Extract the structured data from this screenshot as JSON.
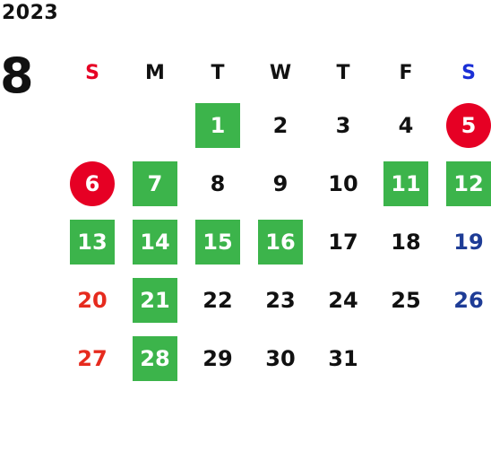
{
  "year": "2023",
  "month": "8",
  "weekdays": [
    {
      "label": "S",
      "color": "#e60024"
    },
    {
      "label": "M",
      "color": "#111111"
    },
    {
      "label": "T",
      "color": "#111111"
    },
    {
      "label": "W",
      "color": "#111111"
    },
    {
      "label": "T",
      "color": "#111111"
    },
    {
      "label": "F",
      "color": "#111111"
    },
    {
      "label": "S",
      "color": "#1a2fd6"
    }
  ],
  "colors": {
    "holiday_green": "#3cb44b",
    "special_red": "#e60024",
    "sunday_text": "#e62b1e",
    "saturday_text": "#1e3c96",
    "default_text": "#111111"
  },
  "weeks": [
    [
      {
        "day": "",
        "style": "empty"
      },
      {
        "day": "",
        "style": "empty"
      },
      {
        "day": "1",
        "style": "green"
      },
      {
        "day": "2",
        "style": "plain"
      },
      {
        "day": "3",
        "style": "plain"
      },
      {
        "day": "4",
        "style": "plain"
      },
      {
        "day": "5",
        "style": "circle"
      }
    ],
    [
      {
        "day": "6",
        "style": "circle"
      },
      {
        "day": "7",
        "style": "green"
      },
      {
        "day": "8",
        "style": "plain"
      },
      {
        "day": "9",
        "style": "plain"
      },
      {
        "day": "10",
        "style": "plain"
      },
      {
        "day": "11",
        "style": "green"
      },
      {
        "day": "12",
        "style": "green"
      }
    ],
    [
      {
        "day": "13",
        "style": "green"
      },
      {
        "day": "14",
        "style": "green"
      },
      {
        "day": "15",
        "style": "green"
      },
      {
        "day": "16",
        "style": "green"
      },
      {
        "day": "17",
        "style": "plain"
      },
      {
        "day": "18",
        "style": "plain"
      },
      {
        "day": "19",
        "style": "saturday"
      }
    ],
    [
      {
        "day": "20",
        "style": "sunday"
      },
      {
        "day": "21",
        "style": "green"
      },
      {
        "day": "22",
        "style": "plain"
      },
      {
        "day": "23",
        "style": "plain"
      },
      {
        "day": "24",
        "style": "plain"
      },
      {
        "day": "25",
        "style": "plain"
      },
      {
        "day": "26",
        "style": "saturday"
      }
    ],
    [
      {
        "day": "27",
        "style": "sunday"
      },
      {
        "day": "28",
        "style": "green"
      },
      {
        "day": "29",
        "style": "plain"
      },
      {
        "day": "30",
        "style": "plain"
      },
      {
        "day": "31",
        "style": "plain"
      },
      {
        "day": "",
        "style": "empty"
      },
      {
        "day": "",
        "style": "empty"
      }
    ]
  ]
}
